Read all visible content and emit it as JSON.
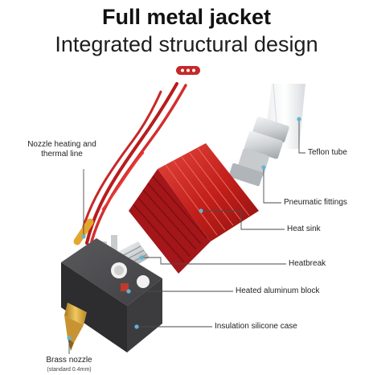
{
  "header": {
    "title": "Full metal jacket",
    "subtitle": "Integrated structural design"
  },
  "labels": {
    "nozzle_heating_line_1": "Nozzle heating and",
    "nozzle_heating_line_2": "thermal line",
    "teflon_tube": "Teflon tube",
    "pneumatic_fittings": "Pneumatic fittings",
    "heat_sink": "Heat sink",
    "heatbreak": "Heatbreak",
    "heated_aluminum_block": "Heated aluminum block",
    "insulation_silicone_case": "Insulation silicone case",
    "brass_nozzle": "Brass nozzle",
    "brass_nozzle_note": "(standard 0.4mm)"
  },
  "colors": {
    "accent_red": "#c62828",
    "heatsink_red": "#c8201c",
    "silicone_dark": "#3a3a3c",
    "brass": "#d4a53a",
    "leader_blue": "#5fb6d6"
  }
}
